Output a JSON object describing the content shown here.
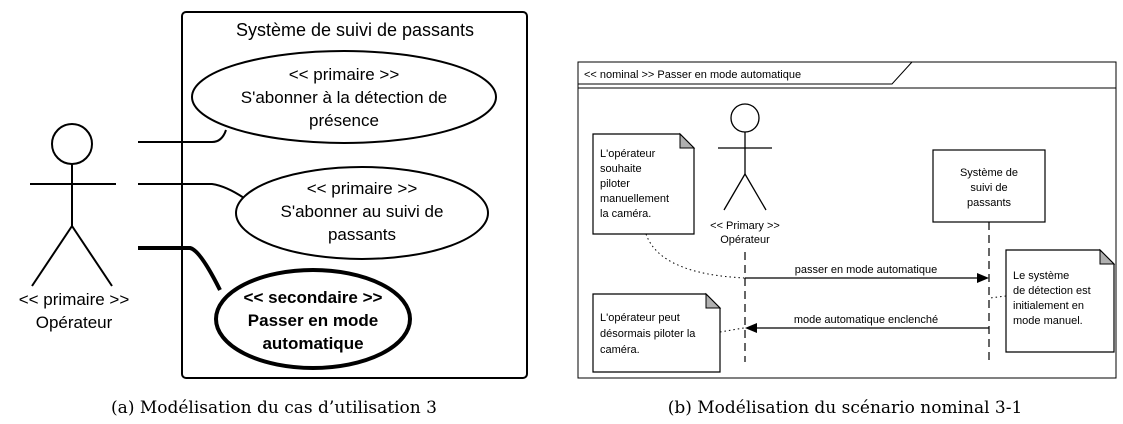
{
  "figure_a": {
    "system_title": "Système de suivi de passants",
    "actor_stereotype": "<< primaire >>",
    "actor_name": "Opérateur",
    "use_cases": [
      {
        "line1": "<< primaire >>",
        "line2": "S'abonner à la détection de",
        "line3": "présence"
      },
      {
        "line1": "<< primaire >>",
        "line2": "S'abonner au suivi de",
        "line3": "passants"
      },
      {
        "line1": "<< secondaire >>",
        "line2": "Passer en mode",
        "line3": "automatique"
      }
    ],
    "caption": "(a) Modélisation du cas d’utilisation 3"
  },
  "figure_b": {
    "frame_title": "<< nominal >> Passer en mode automatique",
    "actor_stereotype": "<< Primary >>",
    "actor_name": "Opérateur",
    "system_lines": [
      "Système de",
      "suivi de",
      "passants"
    ],
    "note_top_left": [
      "L'opérateur",
      "souhaite",
      "piloter",
      "manuellement",
      "la caméra."
    ],
    "note_bottom_left": [
      "L'opérateur peut",
      "désormais piloter la",
      "caméra."
    ],
    "note_right": [
      "Le système",
      "de détection est",
      "initialement en",
      "mode manuel."
    ],
    "message_1": "passer en mode automatique",
    "message_2": "mode automatique enclenché",
    "caption": "(b) Modélisation du scénario nominal 3-1"
  }
}
